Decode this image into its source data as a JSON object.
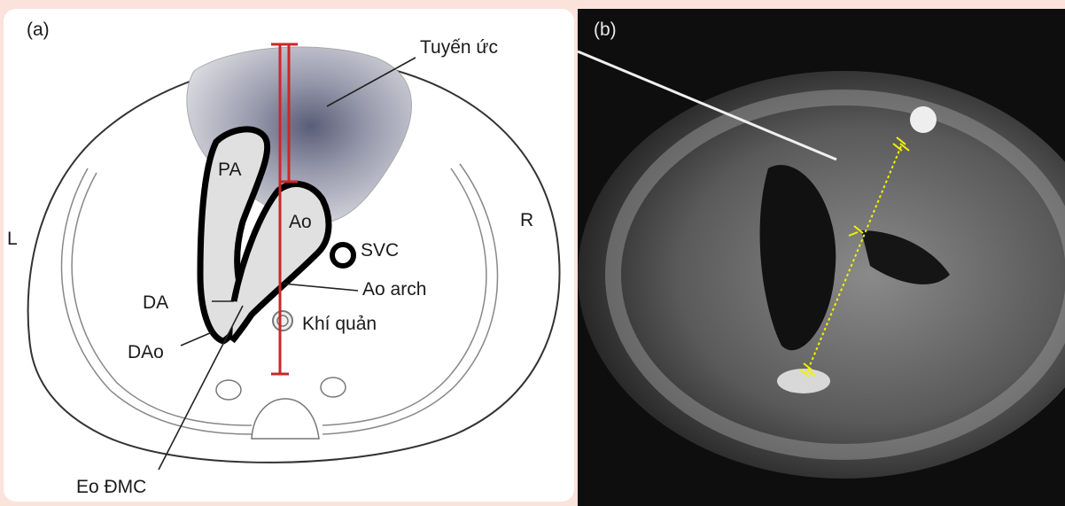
{
  "panel_a": {
    "label": "(a)",
    "labels": {
      "thymus": "Tuyến ức",
      "pa": "PA",
      "ao": "Ao",
      "svc": "SVC",
      "ao_arch": "Ao arch",
      "trachea": "Khí quản",
      "da": "DA",
      "dao": "DAo",
      "isthmus": "Eo ĐMC",
      "left": "L",
      "right": "R"
    },
    "colors": {
      "measure_line": "#c8282a",
      "outline": "#000000",
      "vessel_fill": "#dcdcdc"
    }
  },
  "panel_b": {
    "label": "(b)",
    "colors": {
      "caliper": "#f2f200"
    }
  }
}
